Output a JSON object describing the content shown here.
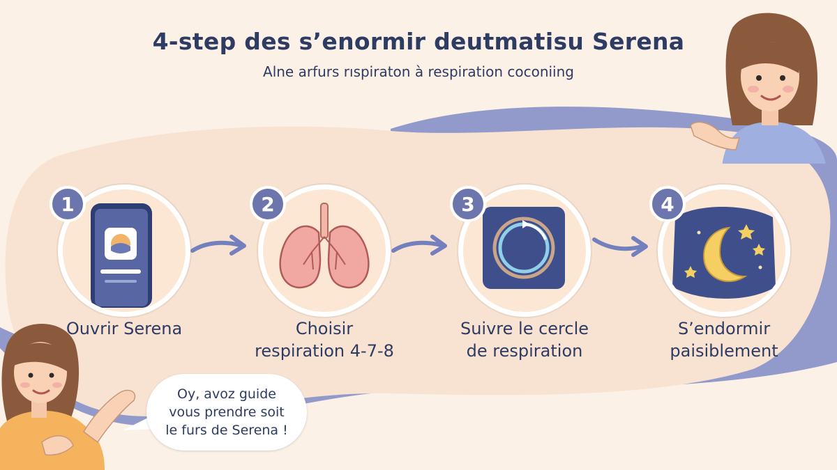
{
  "title": "4-step des s’enormir deutmatisu Serena",
  "subtitle": "Alne arfurs rıspiraton à respiration coconiing",
  "steps": [
    {
      "number": "1",
      "label_lines": [
        "Ouvrir Serena"
      ],
      "icon": "smartphone-app-icon"
    },
    {
      "number": "2",
      "label_lines": [
        "Choisir",
        "respiration 4-7-8"
      ],
      "icon": "lungs-icon"
    },
    {
      "number": "3",
      "label_lines": [
        "Suivre le cercle",
        "de respiration"
      ],
      "icon": "breathing-circle-icon"
    },
    {
      "number": "4",
      "label_lines": [
        "S’endormir",
        "paisiblement"
      ],
      "icon": "moon-stars-icon"
    }
  ],
  "speech_bubble": {
    "lines": [
      "Oy, avoz guide",
      "vous prendre soit",
      "le furs de Serena !"
    ]
  },
  "colors": {
    "background": "#fbf1e6",
    "blob": "#f8e2d2",
    "band": "#8590c6",
    "badge": "#6c76ad",
    "text": "#2e3b63",
    "shirt_top_person": "#9fb0e0",
    "shirt_bottom_person": "#f5b35d"
  }
}
